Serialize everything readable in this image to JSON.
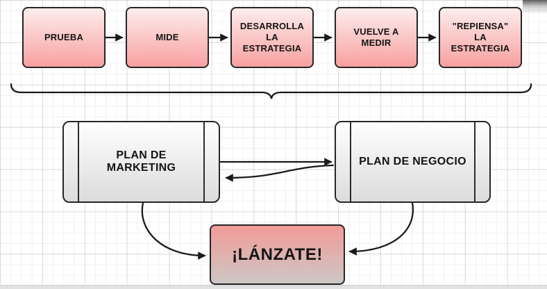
{
  "diagram": {
    "process_steps": [
      {
        "label": "PRUEBA"
      },
      {
        "label": "MIDE"
      },
      {
        "label": "DESARROLLA LA ESTRATEGIA"
      },
      {
        "label": "VUELVE A MEDIR"
      },
      {
        "label": "\"REPIENSA\" LA ESTRATEGIA"
      }
    ],
    "plan_nodes": [
      {
        "label": "PLAN DE MARKETING"
      },
      {
        "label": "PLAN DE NEGOCIO"
      }
    ],
    "launch_node": {
      "label": "¡LÁNZATE!"
    },
    "connections": [
      {
        "from": "PRUEBA",
        "to": "MIDE",
        "style": "straight-arrow"
      },
      {
        "from": "MIDE",
        "to": "DESARROLLA LA ESTRATEGIA",
        "style": "straight-arrow"
      },
      {
        "from": "DESARROLLA LA ESTRATEGIA",
        "to": "VUELVE A MEDIR",
        "style": "straight-arrow"
      },
      {
        "from": "VUELVE A MEDIR",
        "to": "\"REPIENSA\" LA ESTRATEGIA",
        "style": "straight-arrow"
      },
      {
        "from": "PLAN DE MARKETING",
        "to": "PLAN DE NEGOCIO",
        "style": "straight-arrow"
      },
      {
        "from": "PLAN DE NEGOCIO",
        "to": "PLAN DE MARKETING",
        "style": "curved-arrow"
      },
      {
        "from": "PLAN DE MARKETING",
        "to": "¡LÁNZATE!",
        "style": "curved-arrow"
      },
      {
        "from": "PLAN DE NEGOCIO",
        "to": "¡LÁNZATE!",
        "style": "curved-arrow"
      },
      {
        "from": "process-row",
        "to": "plan-row",
        "style": "curly-brace"
      }
    ],
    "colors": {
      "step_gradient_top": "#fdeded",
      "step_gradient_bottom": "#f8a0a0",
      "plan_gradient_top": "#fefefe",
      "plan_gradient_bottom": "#dcdcdc",
      "launch_gradient_top": "#f29b97",
      "launch_gradient_bottom": "#cdc7c5",
      "stroke": "#1a1a1a"
    }
  }
}
